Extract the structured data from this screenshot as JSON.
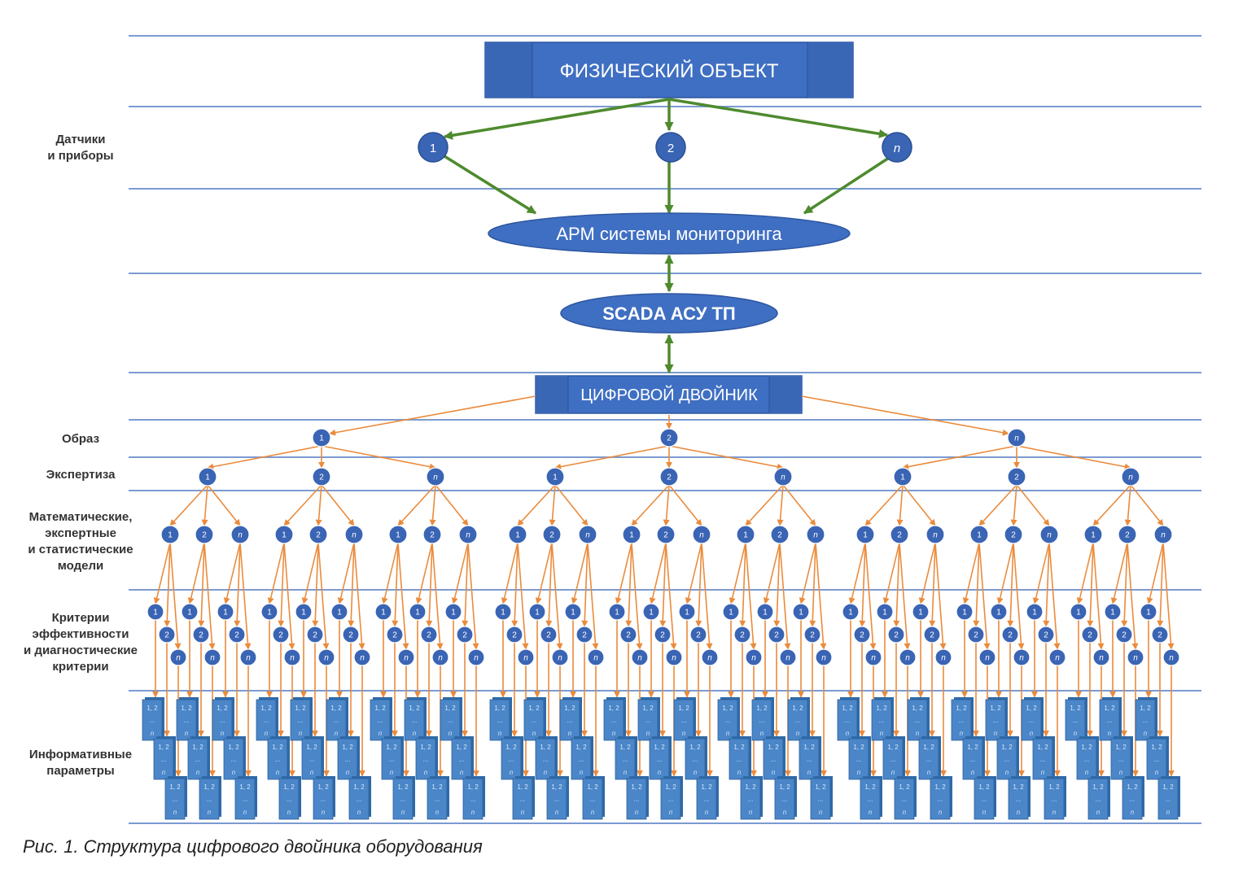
{
  "physical_object": "ФИЗИЧЕСКИЙ ОБЪЕКТ",
  "sensors": [
    "1",
    "2",
    "n"
  ],
  "arm": "АРМ системы мониторинга",
  "scada": "SCADA АСУ ТП",
  "digital_twin": "ЦИФРОВОЙ ДВОЙНИК",
  "node_labels": [
    "1",
    "2",
    "n"
  ],
  "param_labels": {
    "top": "1, 2",
    "dots": "...",
    "bottom": "n"
  },
  "row_labels": {
    "sensors": "Датчики\nи приборы",
    "image": "Образ",
    "expertise": "Экспертиза",
    "models": "Математические,\nэкспертные\nи статистические\nмодели",
    "criteria": "Критерии\nэффективности\nи диагностические\nкритерии",
    "params": "Информативные\nпараметры"
  },
  "caption": "Рис. 1. Структура цифрового двойника оборудования",
  "colors": {
    "line": "#7b9bd1",
    "box": "#3f6fc2",
    "node": "#3a64b4",
    "green": "#4e8a2e",
    "orange": "#ea8b3c",
    "param": "#4a86c8"
  }
}
